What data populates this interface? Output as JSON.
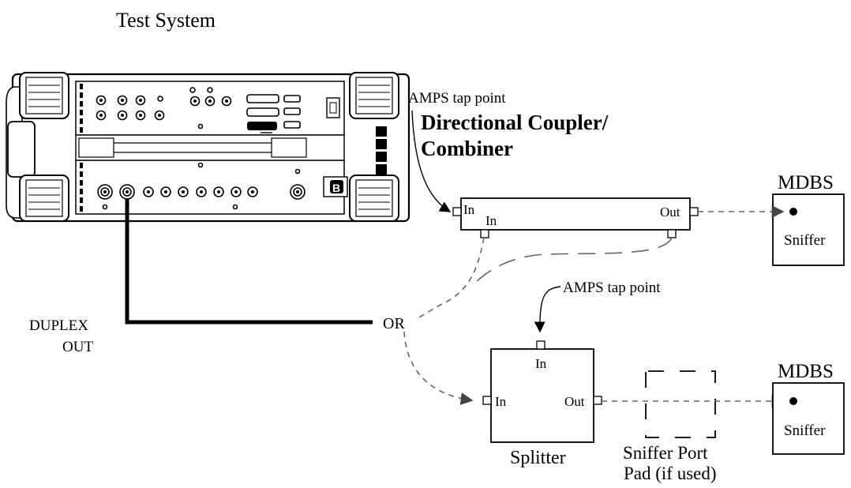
{
  "title": "Test System",
  "labels": {
    "amps_tap_top": "AMPS tap point",
    "amps_tap_mid": "AMPS tap point",
    "coupler_line1": "Directional Coupler/",
    "coupler_line2": "Combiner",
    "coupler_in_left": "In",
    "coupler_in_bottom": "In",
    "coupler_out": "Out",
    "mdbs_top": "MDBS",
    "sniffer_top": "Sniffer",
    "mdbs_bottom": "MDBS",
    "sniffer_bottom": "Sniffer",
    "duplex_line1": "DUPLEX",
    "duplex_line2": "OUT",
    "or_label": "OR",
    "splitter_in_top": "In",
    "splitter_in_left": "In",
    "splitter_out": "Out",
    "splitter_name": "Splitter",
    "pad_line1": "Sniffer Port",
    "pad_line2": "Pad (if used)"
  },
  "colors": {
    "line": "#000000",
    "dashed": "#666666",
    "arrow": "#444444"
  }
}
